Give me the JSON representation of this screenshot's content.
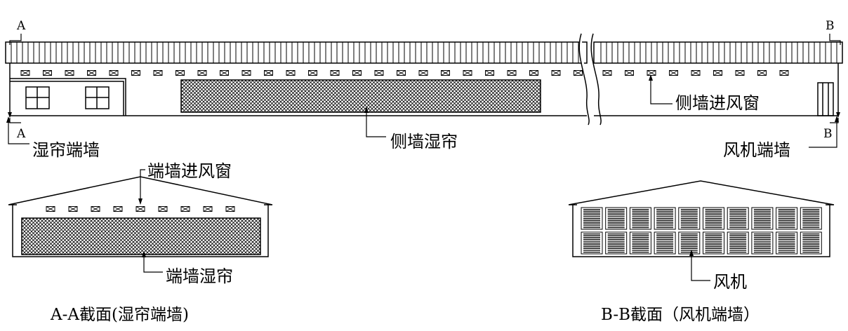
{
  "colors": {
    "line": "#000000",
    "background": "#ffffff",
    "pad_hatch": "#000000"
  },
  "section_marks": {
    "a_top": "A",
    "a_bottom": "A",
    "b_top": "B",
    "b_bottom": "B"
  },
  "callouts": {
    "pad_end_wall": "湿帘端墙",
    "side_pad": "侧墙湿帘",
    "side_inlet": "侧墙进风窗",
    "fan_end_wall": "风机端墙",
    "end_inlet": "端墙进风窗",
    "end_pad": "端墙湿帘",
    "fan": "风机"
  },
  "captions": {
    "section_a": "A-A截面(湿帘端墙)",
    "section_b": "B-B截面（风机端墙）"
  },
  "icons": {
    "inlet_window": "x-box-icon",
    "fan_unit": "louver-icon",
    "window": "window-icon",
    "break": "break-line-icon"
  }
}
